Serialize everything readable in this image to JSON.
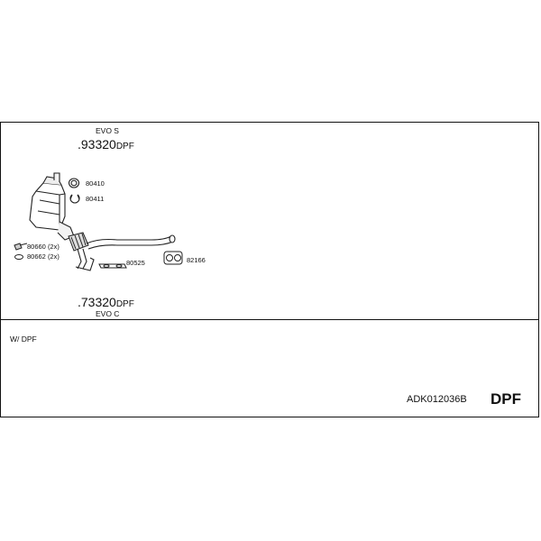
{
  "header": {
    "variant_top": "EVO S",
    "part_top_prefix": ".",
    "part_top_number": "93320",
    "part_top_suffix": "DPF",
    "variant_bottom": "EVO C",
    "part_bottom_prefix": ".",
    "part_bottom_number": "73320",
    "part_bottom_suffix": "DPF"
  },
  "callouts": {
    "clamp_upper": "80410",
    "clamp_lower": "80411",
    "bolt": "80660 (2x)",
    "nut": "80662 (2x)",
    "gasket": "80525",
    "hanger": "82166"
  },
  "footer": {
    "note": "W/ DPF",
    "kit_code": "ADK012036B",
    "category": "DPF"
  }
}
